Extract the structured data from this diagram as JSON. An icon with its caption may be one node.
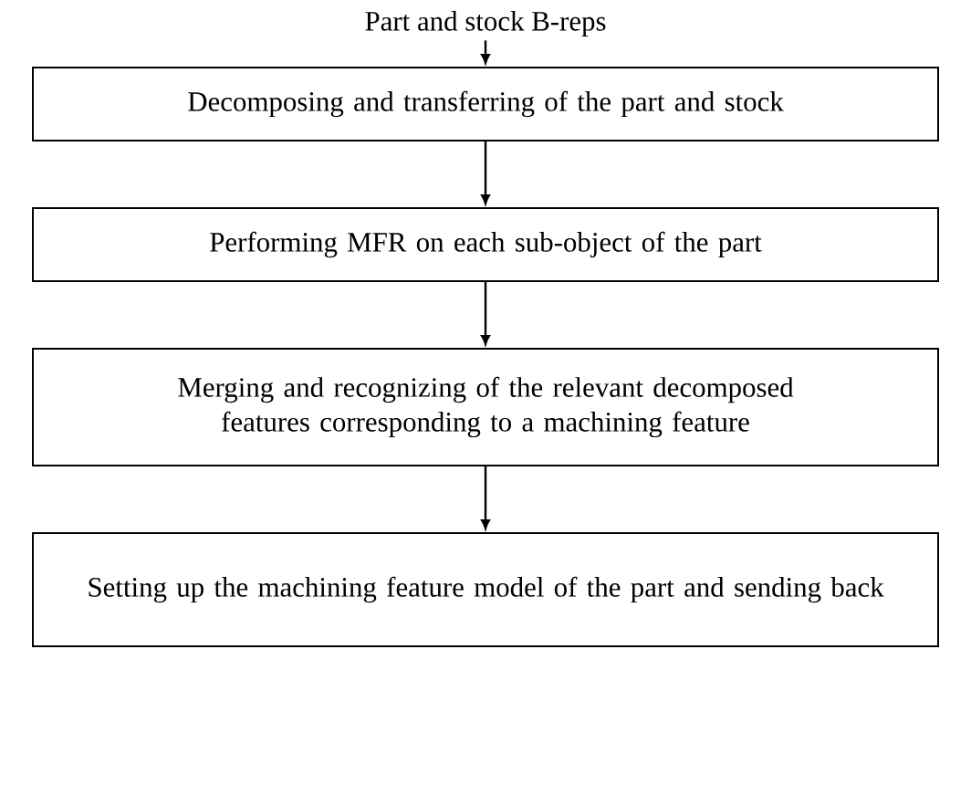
{
  "diagram": {
    "nodes": [
      {
        "text": [
          "Part and stock B-reps"
        ]
      },
      {
        "text": [
          "Decomposing and transferring of the part and stock"
        ]
      },
      {
        "text": [
          "Performing MFR on each sub-object of the part"
        ]
      },
      {
        "text": [
          "Merging and recognizing of the relevant decomposed features corresponding to a machining feature"
        ]
      },
      {
        "text": [
          "Setting up the machining feature model of the part and sending back"
        ]
      }
    ],
    "edges": [
      {
        "from": 0,
        "to": 1,
        "arrow": "to"
      },
      {
        "from": 1,
        "to": 2,
        "arrow": "to"
      },
      {
        "from": 2,
        "to": 3,
        "arrow": "to"
      },
      {
        "from": 3,
        "to": 4,
        "arrow": "to"
      }
    ]
  }
}
